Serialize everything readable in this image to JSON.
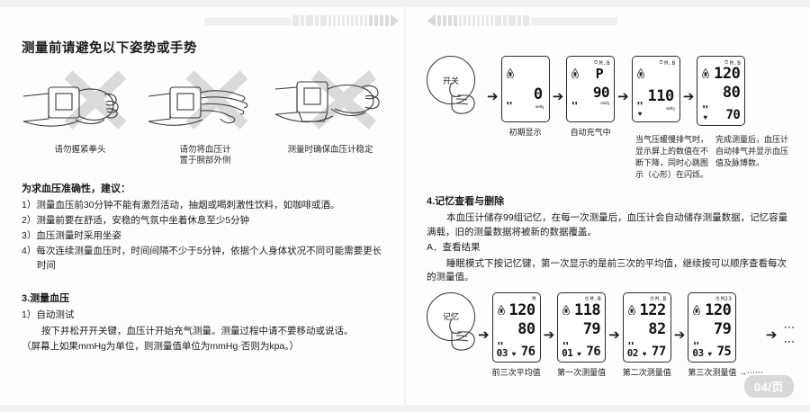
{
  "page": {
    "number_badge": "04/页"
  },
  "left": {
    "title": "测量前请避免以下姿势或手势",
    "illustrations": [
      {
        "caption": "请勿握紧拳头",
        "icon": "fist-wrist-monitor-cross"
      },
      {
        "caption": "请勿将血压计\n置于腕部外侧",
        "icon": "outer-wrist-monitor-cross"
      },
      {
        "caption": "测量时确保血压计稳定",
        "icon": "unstable-wrist-monitor-cross"
      }
    ],
    "advice_heading": "为求血压准确性，建议：",
    "advice_items": [
      "1）测量血压前30分钟不能有激烈活动，抽烟或喝刺激性饮料，如咖啡或酒。",
      "2）测量前要在舒适，安稳的气氛中坐着休息至少5分钟",
      "3）血压测量时采用坐姿",
      "4）每次连续测量血压时，时间间隔不少于5分钟，依据个人身体状况不同可能需要更长时间"
    ],
    "section3_heading": "3.测量血压",
    "section3_sub": "1）自动测试",
    "section3_body": "按下并松开开关键，血压计开始充气测量。测量过程中请不要移动或说话。",
    "section3_note": "（屏幕上如果mmHg为单位，则测量值单位为mmHg·否则为kpa。）"
  },
  "right": {
    "power_button_label": "开关",
    "measure_flow": [
      {
        "caption": "初期显示",
        "primary": "0",
        "unit": "mmHg",
        "icons_top": "",
        "has_battery": true,
        "has_heart": false,
        "note": ""
      },
      {
        "caption": "自动充气中",
        "primary": "P",
        "secondary": "90",
        "unit": "mmHg",
        "icons_top": "M.B",
        "has_battery": true,
        "has_heart": false,
        "note": ""
      },
      {
        "caption": "",
        "primary": "110",
        "unit": "mmHg",
        "icons_top": "M.B",
        "has_battery": true,
        "has_heart": true,
        "note": "当气压缓慢排气时，显示屏上的数值在不断下降，同时心跳图示（心形）在闪烁。"
      },
      {
        "caption": "",
        "sys": "120",
        "dia": "80",
        "pulse": "70",
        "icons_top": "M.B",
        "has_battery": true,
        "has_heart": true,
        "note": "完成测量后，血压计自动排气并显示血压值及脉博数。"
      }
    ],
    "section4_heading": "4.记忆查看与删除",
    "section4_body": "本血压计储存99组记忆，在每一次测量后，血压计会自动储存测量数据，记忆容量满载，旧的测量数据将被新的数据覆盖。",
    "section4_sub_a": "A．查看结果",
    "section4_body_a": "睡眠模式下按记忆键，第一次显示的是前三次的平均值，继续按可以顺序查看每次的测量值。",
    "memory_button_label": "记忆",
    "memory_flow": [
      {
        "caption": "前三次平均值",
        "sys": "120",
        "dia": "80",
        "pulse": "76",
        "memno": "03",
        "icons_top": "M",
        "avg": true
      },
      {
        "caption": "第一次测量值",
        "sys": "118",
        "dia": "79",
        "pulse": "76",
        "memno": "01",
        "icons_top": "M.B"
      },
      {
        "caption": "第二次测量值",
        "sys": "122",
        "dia": "82",
        "pulse": "77",
        "memno": "02",
        "icons_top": "M.B"
      },
      {
        "caption": "第三次测量值 →⋯⋯",
        "sys": "120",
        "dia": "79",
        "pulse": "75",
        "memno": "03",
        "icons_top": "M23"
      }
    ],
    "trailing_ellipsis": "⋯ ⋯"
  },
  "glyphs": {
    "arrow": "➔",
    "heart": "♥",
    "clock": "⏱",
    "battery": "▮"
  }
}
